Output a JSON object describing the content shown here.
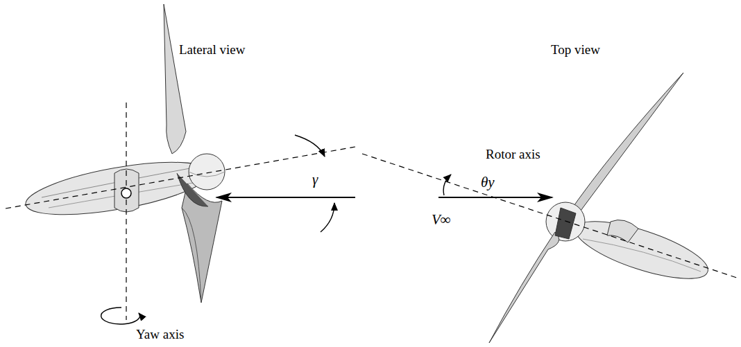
{
  "diagram": {
    "labels": [
      "Lateral view",
      "Top view",
      "Rotor axis",
      "γ",
      "θy",
      "V∞",
      "Yaw axis"
    ]
  }
}
